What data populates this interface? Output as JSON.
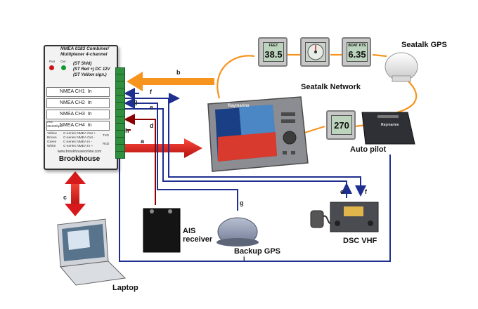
{
  "multiplexer": {
    "title_line1": "NMEA 0183 Combiner/",
    "title_line2": "Multiplexer 4-channel",
    "led_pwr": "Pwr",
    "led_ovr": "Ovr",
    "power_line1": "(ST Shld)",
    "power_line2": "(ST Red +)  DC 12V",
    "power_line3": "(ST Yellow sign.)",
    "ch1": "NMEA  CH1",
    "ch2": "NMEA  CH2",
    "ch3": "NMEA  CH3",
    "ch4": "NMEA  CH4",
    "in_label": "In",
    "ais_note1": "AIS",
    "ais_note2": "38400bps",
    "out_line1": "C-series  NMEA Out +",
    "out_line2": "C-series  NMEA Out -",
    "in_line1": "C-series NMEA In -",
    "in_line2": "C-series NMEA In +",
    "left_yellow": "Yellow",
    "left_brown": "Brown",
    "left_green": "Green",
    "left_white": "White",
    "txrx_tx": "TxD",
    "txrx_rx": "RxD",
    "url": "www.brookhouseonline.com",
    "brand": "Brookhouse"
  },
  "instruments": {
    "depth_caption": "FEET",
    "depth_value": "38.5",
    "speed_caption": "BOAT KTS",
    "speed_value": "6.35",
    "autopilot_value": "270"
  },
  "labels": {
    "seatalk_gps": "Seatalk GPS",
    "seatalk_network": "Seatalk Network",
    "auto_pilot": "Auto pilot",
    "ais_receiver_line1": "AIS",
    "ais_receiver_line2": "receiver",
    "backup_gps": "Backup GPS",
    "dsc_vhf": "DSC VHF",
    "laptop": "Laptop",
    "plotter_brand": "Raymarine"
  },
  "wires": {
    "a": "a",
    "b": "b",
    "c": "c",
    "d": "d",
    "e": "e",
    "f": "f",
    "g": "g",
    "h": "h",
    "i": "i",
    "e2": "e",
    "f2": "f"
  },
  "colors": {
    "orange": "#f7941d",
    "red": "#d7191c",
    "navy": "#1f2f8f",
    "dark_red": "#8b0000",
    "terminal_green": "#2f8f3f"
  }
}
